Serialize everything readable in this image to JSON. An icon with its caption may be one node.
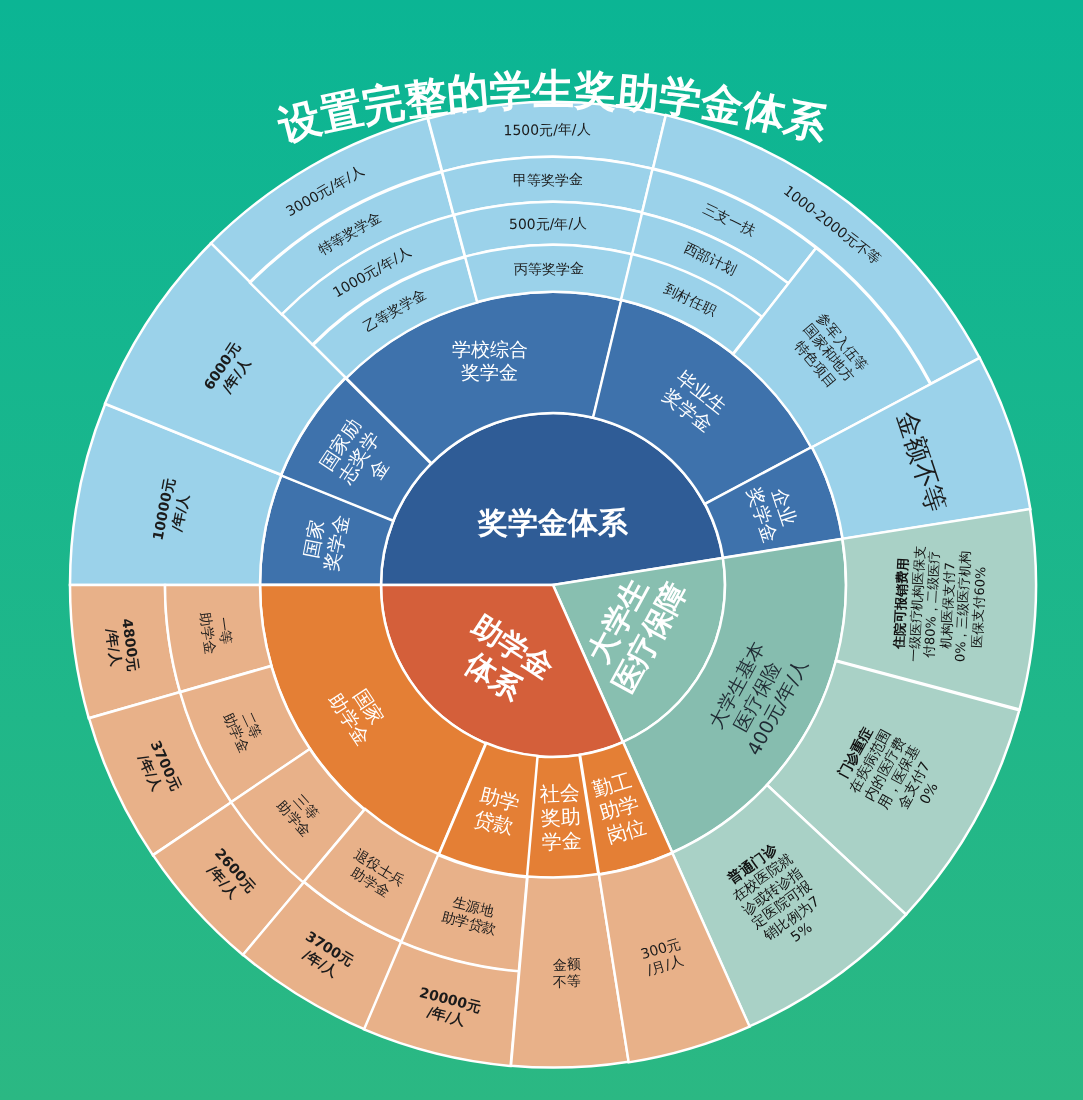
{
  "diagram": {
    "title": "设置完整的学生奖助学金体系",
    "nodes": [
      {
        "text": [
          "奖学金体系"
        ]
      },
      {
        "text": [
          "国家奖学金"
        ]
      },
      {
        "text": [
          "国家励志奖学金"
        ]
      },
      {
        "text": [
          "学校综合奖学金"
        ]
      },
      {
        "text": [
          "毕业生奖学金"
        ]
      },
      {
        "text": [
          "企业奖学金"
        ]
      },
      {
        "text": [
          "10000元/年/人"
        ]
      },
      {
        "text": [
          "6000元/年/人"
        ]
      },
      {
        "text": [
          "3000元/年/人"
        ]
      },
      {
        "text": [
          "特等奖学金"
        ]
      },
      {
        "text": [
          "1000元/年/人"
        ]
      },
      {
        "text": [
          "乙等奖学金"
        ]
      },
      {
        "text": [
          "1500元/年/人"
        ]
      },
      {
        "text": [
          "甲等奖学金"
        ]
      },
      {
        "text": [
          "500元/年/人"
        ]
      },
      {
        "text": [
          "丙等奖学金"
        ]
      },
      {
        "text": [
          "1000-2000元不等"
        ]
      },
      {
        "text": [
          "三支一扶"
        ]
      },
      {
        "text": [
          "西部计划"
        ]
      },
      {
        "text": [
          "到村任职"
        ]
      },
      {
        "text": [
          "参军入伍等国家和地方特色项目"
        ]
      },
      {
        "text": [
          "金额不等"
        ]
      },
      {
        "text": [
          "大学生医疗保障"
        ]
      },
      {
        "text": [
          "大学生基本医疗保险400元/年/人"
        ]
      },
      {
        "text": [
          "住院可报销费用",
          "一级医疗机构医保支付80%，二级医疗机构医保支付70%，三级医疗机构医保支付60%"
        ]
      },
      {
        "text": [
          "门诊重症",
          "在疾病范围内的医疗费用，医保基金支付70%"
        ]
      },
      {
        "text": [
          "普通门诊",
          "在校医院就诊或转诊指定医院可报销比例为75%"
        ]
      },
      {
        "text": [
          "助学金体系"
        ]
      },
      {
        "text": [
          "国家助学金"
        ]
      },
      {
        "text": [
          "助学贷款"
        ]
      },
      {
        "text": [
          "社会奖助学金"
        ]
      },
      {
        "text": [
          "勤工助学岗位"
        ]
      },
      {
        "text": [
          "4800元/年/人"
        ]
      },
      {
        "text": [
          "一等助学金"
        ]
      },
      {
        "text": [
          "3700元/年/人"
        ]
      },
      {
        "text": [
          "二等助学金"
        ]
      },
      {
        "text": [
          "2600元/年/人"
        ]
      },
      {
        "text": [
          "三等助学金"
        ]
      },
      {
        "text": [
          "3700元/年/人"
        ]
      },
      {
        "text": [
          "退役士兵助学金"
        ]
      },
      {
        "text": [
          "生源地助学贷款"
        ]
      },
      {
        "text": [
          "20000元/年/人"
        ]
      },
      {
        "text": [
          "金额不等"
        ]
      },
      {
        "text": [
          "300元/月/人"
        ]
      }
    ]
  }
}
